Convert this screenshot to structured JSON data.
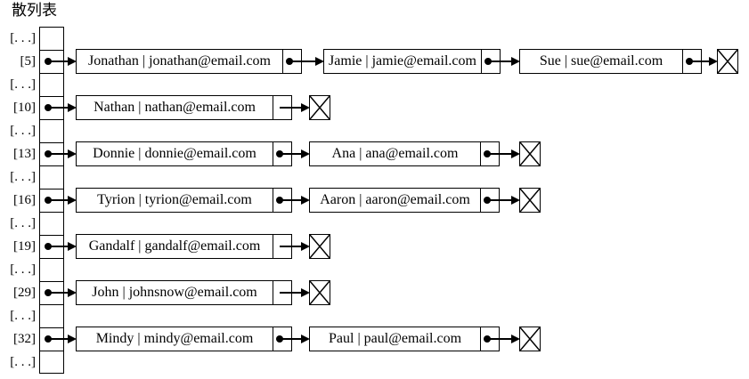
{
  "title": "散列表",
  "separator": "|",
  "colors": {
    "ink": "#000000",
    "background": "#ffffff"
  },
  "null_marker": "crossed-box",
  "rows": [
    {
      "label": "[. . .]",
      "nodes": []
    },
    {
      "label": "[5]",
      "nodes": [
        {
          "name": "Jonathan",
          "email": "jonathan@email.com"
        },
        {
          "name": "Jamie",
          "email": "jamie@email.com"
        },
        {
          "name": "Sue",
          "email": "sue@email.com"
        }
      ]
    },
    {
      "label": "[. . .]",
      "nodes": []
    },
    {
      "label": "[10]",
      "nodes": [
        {
          "name": "Nathan",
          "email": "nathan@email.com"
        }
      ]
    },
    {
      "label": "[. . .]",
      "nodes": []
    },
    {
      "label": "[13]",
      "nodes": [
        {
          "name": "Donnie",
          "email": "donnie@email.com"
        },
        {
          "name": "Ana",
          "email": "ana@email.com"
        }
      ]
    },
    {
      "label": "[. . .]",
      "nodes": []
    },
    {
      "label": "[16]",
      "nodes": [
        {
          "name": "Tyrion",
          "email": "tyrion@email.com"
        },
        {
          "name": "Aaron",
          "email": "aaron@email.com"
        }
      ]
    },
    {
      "label": "[. . .]",
      "nodes": []
    },
    {
      "label": "[19]",
      "nodes": [
        {
          "name": "Gandalf",
          "email": "gandalf@email.com"
        }
      ]
    },
    {
      "label": "[. . .]",
      "nodes": []
    },
    {
      "label": "[29]",
      "nodes": [
        {
          "name": "John",
          "email": "johnsnow@email.com"
        }
      ]
    },
    {
      "label": "[. . .]",
      "nodes": []
    },
    {
      "label": "[32]",
      "nodes": [
        {
          "name": "Mindy",
          "email": "mindy@email.com"
        },
        {
          "name": "Paul",
          "email": "paul@email.com"
        }
      ]
    },
    {
      "label": "[. . .]",
      "nodes": []
    }
  ]
}
